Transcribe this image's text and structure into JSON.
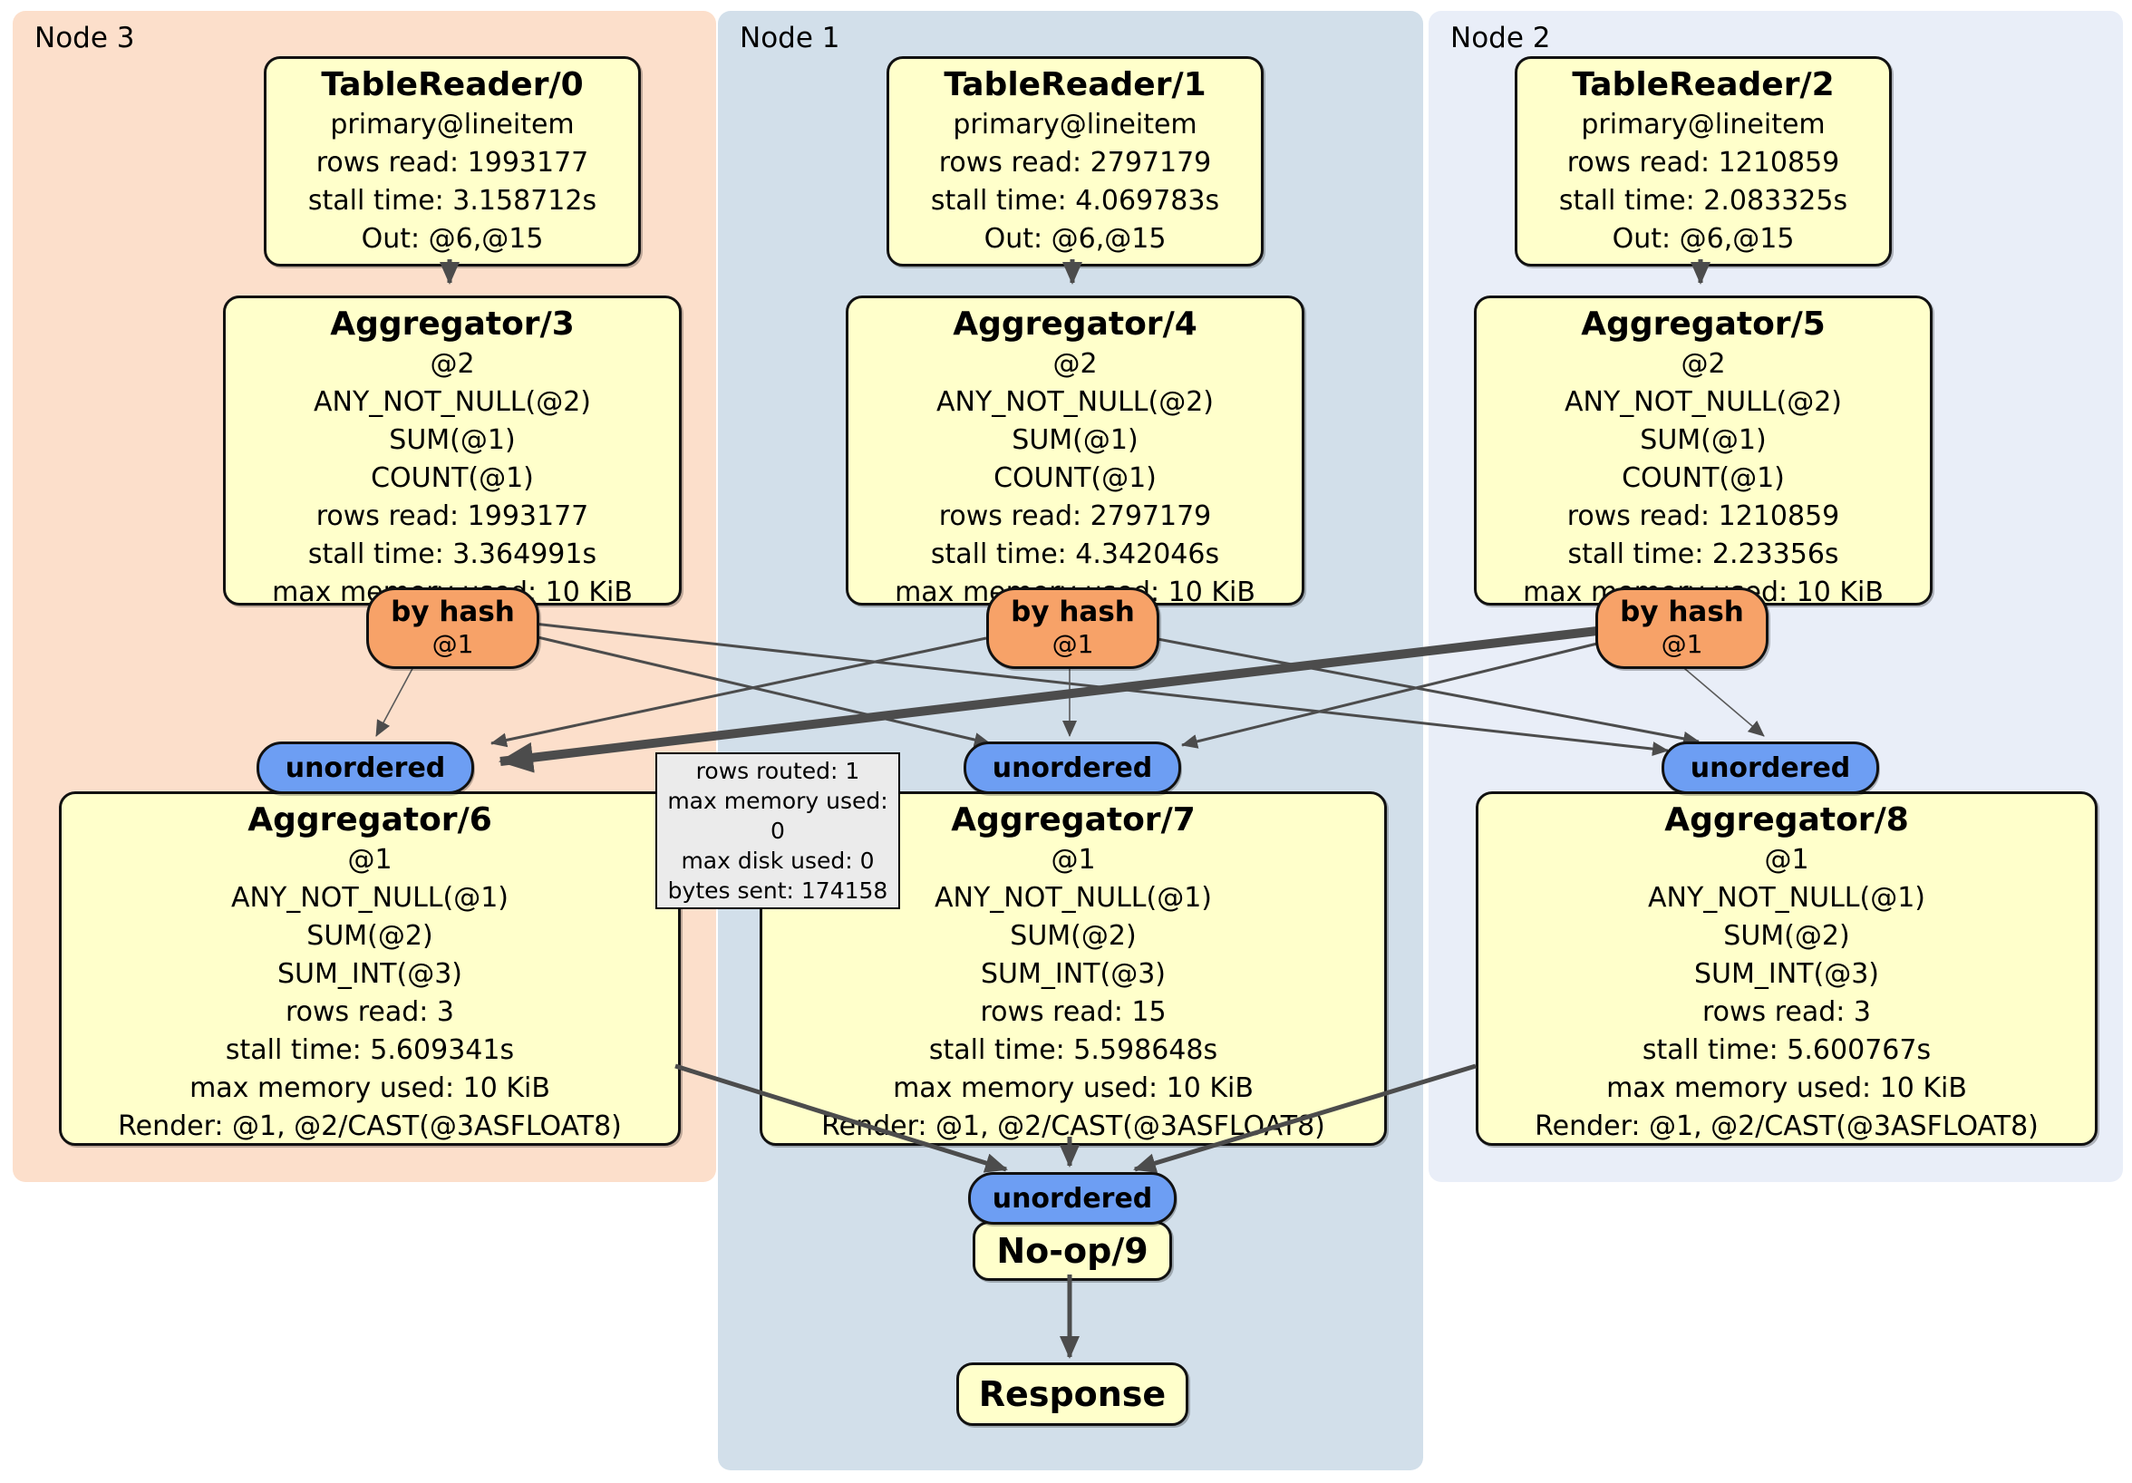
{
  "panels": [
    {
      "id": "node3",
      "label": "Node 3",
      "color": "#fcdfcb"
    },
    {
      "id": "node1",
      "label": "Node 1",
      "color": "#d2dfea"
    },
    {
      "id": "node2",
      "label": "Node 2",
      "color": "#e9eef8"
    }
  ],
  "colors": {
    "processor_fill": "#ffffcb",
    "router_fill": "#f7a268",
    "sync_fill": "#6d9ef3",
    "edge": "#4c4c4c",
    "tooltip_fill": "#ebebeb",
    "panel_node3": "#fcdfcb",
    "panel_node1": "#d2dfea",
    "panel_node2": "#e9eef8"
  },
  "boxes": {
    "tr0": {
      "title": "TableReader/0",
      "lines": [
        "primary@lineitem",
        "rows read: 1993177",
        "stall time: 3.158712s",
        "Out: @6,@15"
      ]
    },
    "tr1": {
      "title": "TableReader/1",
      "lines": [
        "primary@lineitem",
        "rows read: 2797179",
        "stall time: 4.069783s",
        "Out: @6,@15"
      ]
    },
    "tr2": {
      "title": "TableReader/2",
      "lines": [
        "primary@lineitem",
        "rows read: 1210859",
        "stall time: 2.083325s",
        "Out: @6,@15"
      ]
    },
    "agg3": {
      "title": "Aggregator/3",
      "lines": [
        "@2",
        "ANY_NOT_NULL(@2)",
        "SUM(@1)",
        "COUNT(@1)",
        "rows read: 1993177",
        "stall time: 3.364991s",
        "max memory used: 10 KiB"
      ]
    },
    "agg4": {
      "title": "Aggregator/4",
      "lines": [
        "@2",
        "ANY_NOT_NULL(@2)",
        "SUM(@1)",
        "COUNT(@1)",
        "rows read: 2797179",
        "stall time: 4.342046s",
        "max memory used: 10 KiB"
      ]
    },
    "agg5": {
      "title": "Aggregator/5",
      "lines": [
        "@2",
        "ANY_NOT_NULL(@2)",
        "SUM(@1)",
        "COUNT(@1)",
        "rows read: 1210859",
        "stall time: 2.23356s",
        "max memory used: 10 KiB"
      ]
    },
    "agg6": {
      "title": "Aggregator/6",
      "lines": [
        "@1",
        "ANY_NOT_NULL(@1)",
        "SUM(@2)",
        "SUM_INT(@3)",
        "rows read: 3",
        "stall time: 5.609341s",
        "max memory used: 10 KiB",
        "Render: @1, @2/CAST(@3ASFLOAT8)"
      ]
    },
    "agg7": {
      "title": "Aggregator/7",
      "lines": [
        "@1",
        "ANY_NOT_NULL(@1)",
        "SUM(@2)",
        "SUM_INT(@3)",
        "rows read: 15",
        "stall time: 5.598648s",
        "max memory used: 10 KiB",
        "Render: @1, @2/CAST(@3ASFLOAT8)"
      ]
    },
    "agg8": {
      "title": "Aggregator/8",
      "lines": [
        "@1",
        "ANY_NOT_NULL(@1)",
        "SUM(@2)",
        "SUM_INT(@3)",
        "rows read: 3",
        "stall time: 5.600767s",
        "max memory used: 10 KiB",
        "Render: @1, @2/CAST(@3ASFLOAT8)"
      ]
    },
    "noop": {
      "title": "No-op/9"
    },
    "response": {
      "title": "Response"
    }
  },
  "routers": {
    "r3": {
      "title": "by hash",
      "sub": "@1"
    },
    "r1": {
      "title": "by hash",
      "sub": "@1"
    },
    "r2": {
      "title": "by hash",
      "sub": "@1"
    }
  },
  "syncs": {
    "u3": "unordered",
    "u1": "unordered",
    "u2": "unordered",
    "ub": "unordered"
  },
  "edge_tooltip": {
    "lines": [
      "rows routed: 1",
      "max memory used: 0",
      "max disk used: 0",
      "bytes sent: 174158"
    ]
  }
}
